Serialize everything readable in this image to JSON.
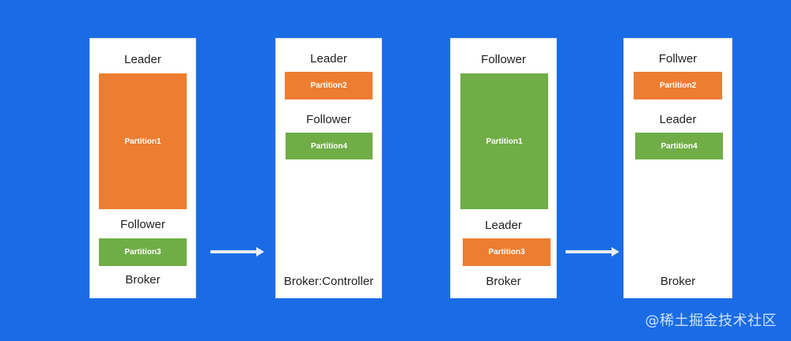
{
  "panels": [
    {
      "leader_label": "Leader",
      "block_big": "Partition1",
      "follower_label": "Follower",
      "block_small": "Partition3",
      "footer": "Broker"
    },
    {
      "leader_label": "Leader",
      "block_top": "Partition2",
      "follower_label": "Follower",
      "block_mid": "Partition4",
      "footer": "Broker:Controller"
    },
    {
      "follower_label": "Follower",
      "block_big": "Partition1",
      "leader_label": "Leader",
      "block_small": "Partition3",
      "footer": "Broker"
    },
    {
      "follower_label": "Follwer",
      "block_top": "Partition2",
      "leader_label": "Leader",
      "block_mid": "Partition4",
      "footer": "Broker"
    }
  ],
  "watermark": "@稀土掘金技术社区",
  "colors": {
    "background": "#1a6ce6",
    "leader_partition": "#ed7d31",
    "follower_partition": "#70ad47",
    "arrow": "#e8ecf2"
  },
  "icons": [
    "arrow-right-icon",
    "arrow-right-icon"
  ]
}
